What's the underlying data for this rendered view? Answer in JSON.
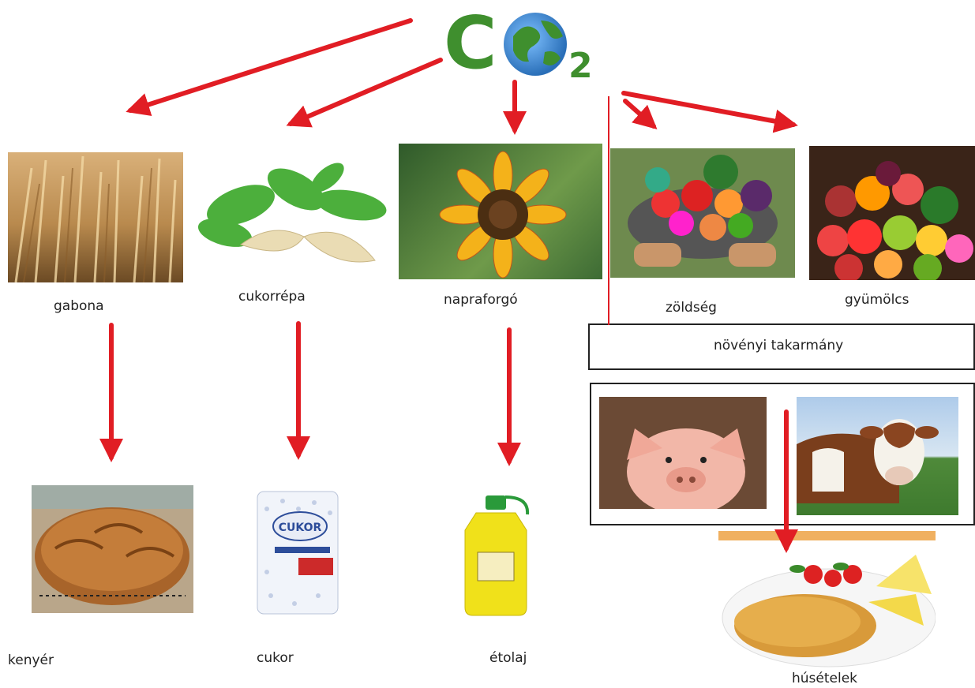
{
  "logo": {
    "text_c": "C",
    "text_o": "O",
    "text_sub": "2",
    "color": "#3f8f2e"
  },
  "crops": {
    "gabona": "gabona",
    "cukorrepa": "cukorrépa",
    "napraforgo": "napraforgó",
    "zoldseg": "zöldség",
    "gyumolcs": "gyümölcs"
  },
  "feed_box": {
    "label": "növényi takarmány"
  },
  "products": {
    "kenyer": "kenyér",
    "cukor": "cukor",
    "etolaj": "étolaj",
    "husetelek": "húsételek"
  },
  "sugar_pack": {
    "brand": "CUKOR"
  },
  "colors": {
    "arrow": "#e11d24",
    "box_border": "#222222"
  }
}
